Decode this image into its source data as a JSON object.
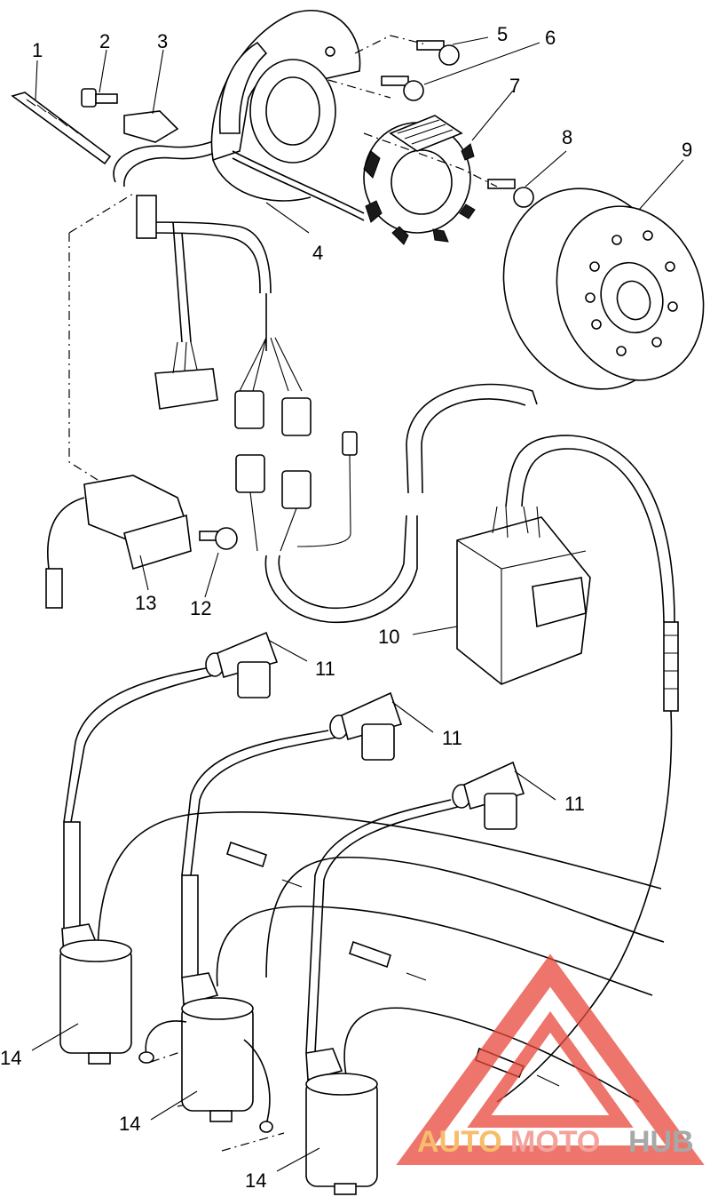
{
  "callouts": {
    "c1": "1",
    "c2": "2",
    "c3": "3",
    "c4": "4",
    "c5": "5",
    "c6": "6",
    "c7": "7",
    "c8": "8",
    "c9": "9",
    "c10": "10",
    "c11a": "11",
    "c11b": "11",
    "c11c": "11",
    "c12": "12",
    "c13": "13",
    "c14a": "14",
    "c14b": "14",
    "c14c": "14"
  },
  "watermark": {
    "part1": "AUTO",
    "part2": "MOTO",
    "part3": "HUB"
  },
  "colors": {
    "line": "#000000",
    "watermark_red": "#e8473a",
    "watermark_orange": "#f5a83a",
    "watermark_gray": "#8c8c8c"
  }
}
